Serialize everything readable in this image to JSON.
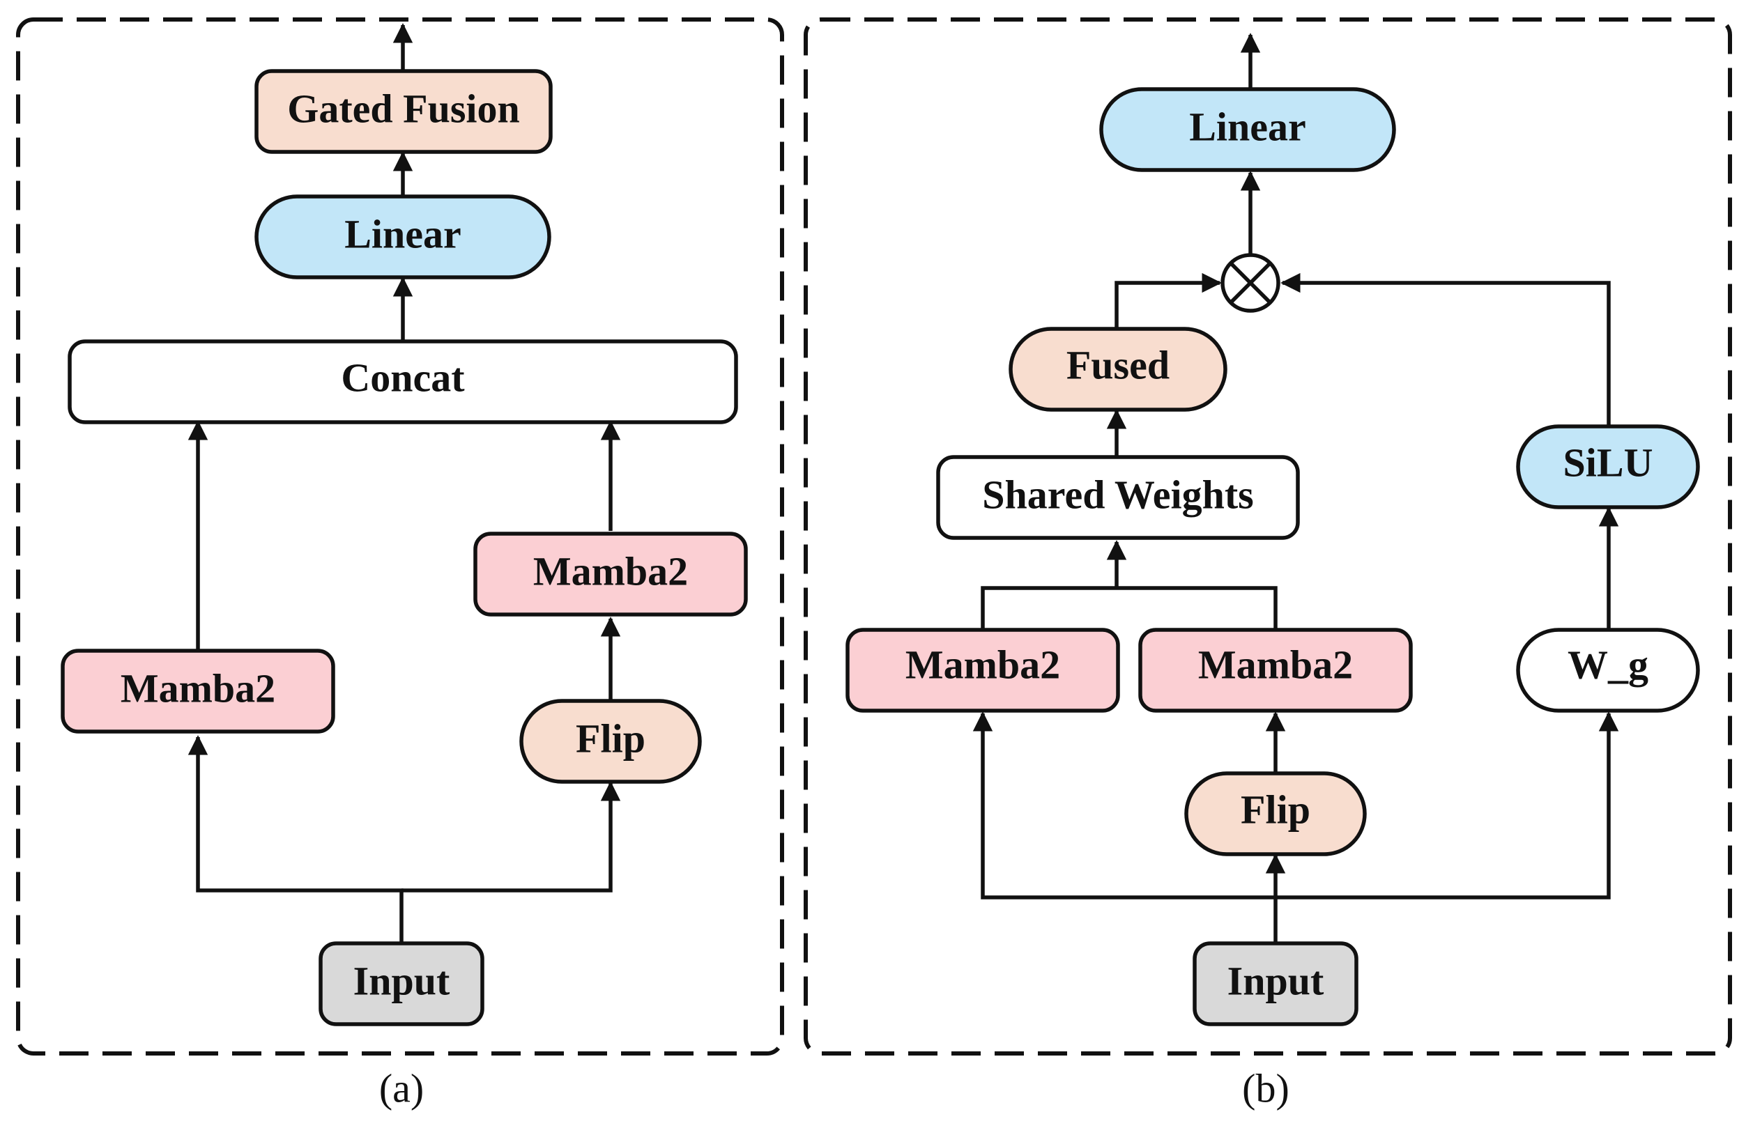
{
  "colors": {
    "peach": "#f8ddcf",
    "blue": "#c2e6f8",
    "pink": "#fbcfd3",
    "gray": "#d9d9d9",
    "white": "#ffffff",
    "stroke": "#111111"
  },
  "panel_a": {
    "caption": "(a)",
    "gated_fusion": "Gated Fusion",
    "linear": "Linear",
    "concat": "Concat",
    "mamba2_left": "Mamba2",
    "mamba2_right": "Mamba2",
    "flip": "Flip",
    "input": "Input"
  },
  "panel_b": {
    "caption": "(b)",
    "linear": "Linear",
    "multiply_symbol": "⊗",
    "fused": "Fused",
    "shared_weights": "Shared Weights",
    "silu": "SiLU",
    "mamba2_left": "Mamba2",
    "mamba2_right": "Mamba2",
    "w_g": "W_g",
    "flip": "Flip",
    "input": "Input"
  }
}
